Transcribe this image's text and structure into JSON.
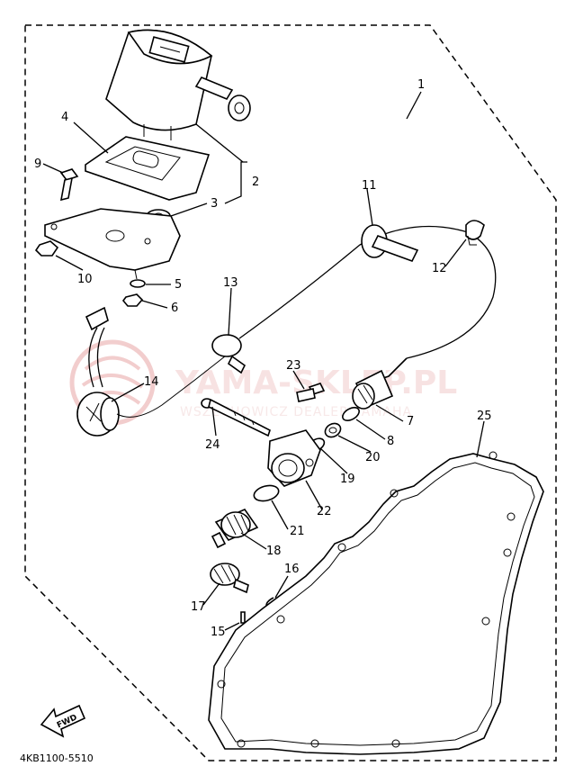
{
  "diagram": {
    "doc_code": "4KB1100-5510",
    "fwd_label": "FWD",
    "callouts": [
      "1",
      "2",
      "3",
      "4",
      "5",
      "6",
      "7",
      "8",
      "9",
      "10",
      "11",
      "12",
      "13",
      "14",
      "15",
      "16",
      "17",
      "18",
      "19",
      "20",
      "21",
      "22",
      "23",
      "24",
      "25"
    ]
  },
  "watermark": {
    "brand": "YAMA-SKLEP.PL",
    "tagline": "WSZECHOWICZ DEALER YAMAHA"
  },
  "colors": {
    "ink": "#000000",
    "paper": "#ffffff",
    "watermark": "#e8a6a6"
  }
}
